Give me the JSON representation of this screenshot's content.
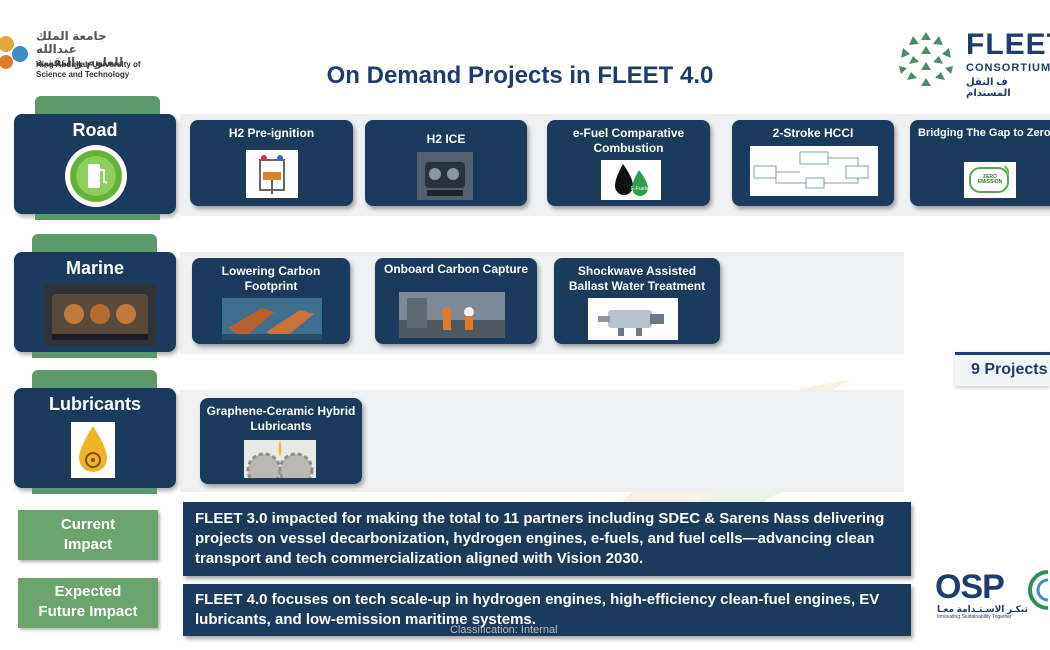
{
  "header": {
    "title": "On Demand Projects in FLEET 4.0",
    "university_ar_line1": "جامعة الملك عبدالله",
    "university_ar_line2": "للعلوم والتقنية",
    "university_en_line1": "King Abdullah University of",
    "university_en_line2": "Science and Technology",
    "fleet_name": "FLEET",
    "fleet_subtitle": "CONSORTIUM",
    "fleet_ar": "ف النقل المستدام"
  },
  "categories": [
    {
      "label": "Road",
      "projects": [
        {
          "title": "H2 Pre-ignition",
          "image": "engine-cylinder-diagram"
        },
        {
          "title": "H2 ICE",
          "image": "engine-photo"
        },
        {
          "title": "e-Fuel Comparative Combustion",
          "image": "e-fuels-drop-icon",
          "image_label": "E-Fuels"
        },
        {
          "title": "2-Stroke HCCI",
          "image": "process-flow-diagram"
        },
        {
          "title": "Bridging The Gap to Zero Emission/Aftertreatment",
          "image": "zero-emission-badge",
          "image_label": "ZERO EMISSION"
        }
      ]
    },
    {
      "label": "Marine",
      "projects": [
        {
          "title": "Lowering Carbon Footprint",
          "image": "cargo-ships-photo"
        },
        {
          "title": "Onboard Carbon Capture",
          "image": "industrial-workers-photo"
        },
        {
          "title": "Shockwave Assisted Ballast Water Treatment",
          "image": "ballast-machine-photo"
        }
      ]
    },
    {
      "label": "Lubricants",
      "projects": [
        {
          "title": "Graphene-Ceramic Hybrid Lubricants",
          "image": "gears-oil-photo"
        }
      ]
    }
  ],
  "impacts": {
    "current_label_line1": "Current",
    "current_label_line2": "Impact",
    "current_text": "FLEET 3.0 impacted for making the total to 11 partners including SDEC & Sarens Nass delivering projects on vessel decarbonization, hydrogen engines, e-fuels, and fuel cells—advancing clean transport and tech commercialization aligned with Vision 2030.",
    "future_label_line1": "Expected",
    "future_label_line2": "Future Impact",
    "future_text": "FLEET 4.0 focuses on tech scale-up in hydrogen engines, high-efficiency clean-fuel engines, EV lubricants, and low-emission maritime systems."
  },
  "side": {
    "project_count": "9 Projects",
    "osp_name": "OSP",
    "osp_ar": "تبكـر الاسـتـدامة معـا",
    "osp_en": "Innovating Sustainability Together"
  },
  "footer": {
    "classification": "Classification: Internal"
  },
  "colors": {
    "navy": "#1b3a5c",
    "green": "#6aa56f",
    "title_blue": "#1f3c6e"
  }
}
